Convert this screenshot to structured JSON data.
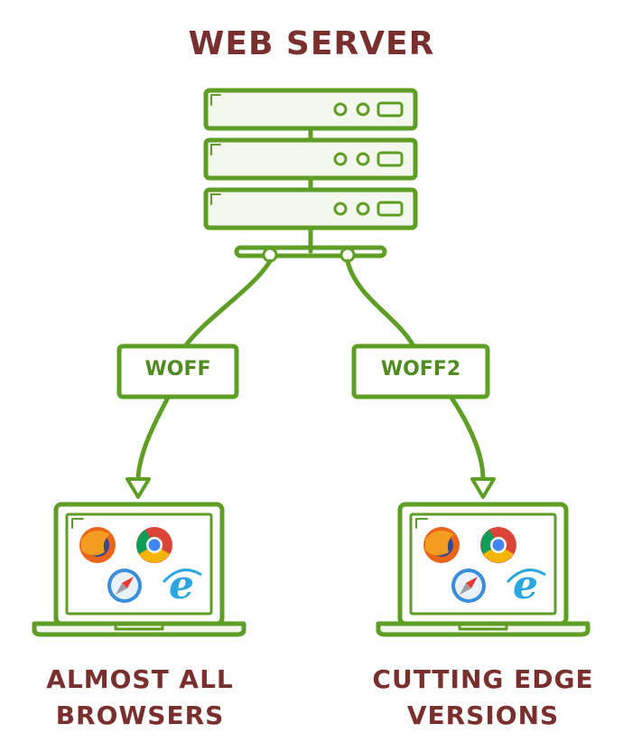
{
  "title": "WEB SERVER",
  "formats": {
    "left": "WOFF",
    "right": "WOFF2"
  },
  "captions": {
    "left": [
      "ALMOST ALL",
      "BROWSERS"
    ],
    "right": [
      "CUTTING EDGE",
      "VERSIONS"
    ]
  },
  "colors": {
    "title": "#7a2f2f",
    "line": "#5f9e24",
    "fill": "#f3f7ee"
  },
  "icons": [
    "firefox-icon",
    "chrome-icon",
    "safari-icon",
    "ie-icon"
  ]
}
